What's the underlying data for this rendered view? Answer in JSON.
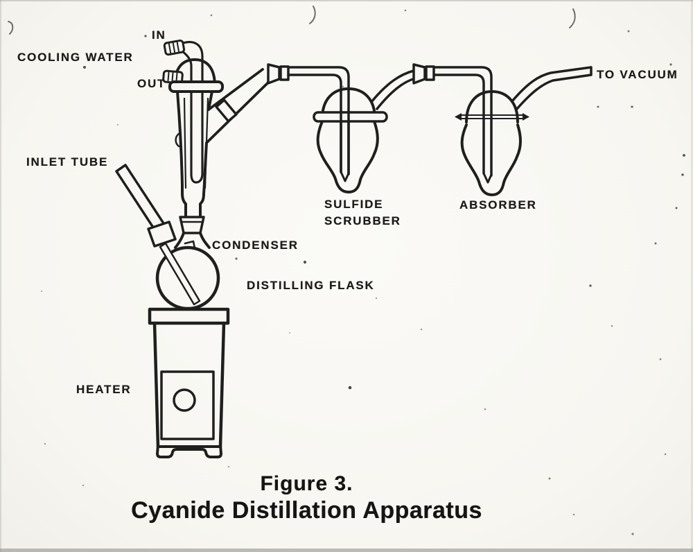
{
  "colors": {
    "paper": "#f8f7f3",
    "ink": "#1f1f1e"
  },
  "labels": {
    "cooling_water": "COOLING WATER",
    "in": "IN",
    "out": "OUT",
    "inlet_tube": "INLET TUBE",
    "condenser": "CONDENSER",
    "distilling_flask": "DISTILLING FLASK",
    "heater": "HEATER",
    "sulfide_scrubber_line1": "SULFIDE",
    "sulfide_scrubber_line2": "SCRUBBER",
    "absorber": "ABSORBER",
    "to_vacuum": "TO VACUUM"
  },
  "caption": {
    "line1": "Figure 3.",
    "line2": "Cyanide Distillation Apparatus"
  }
}
